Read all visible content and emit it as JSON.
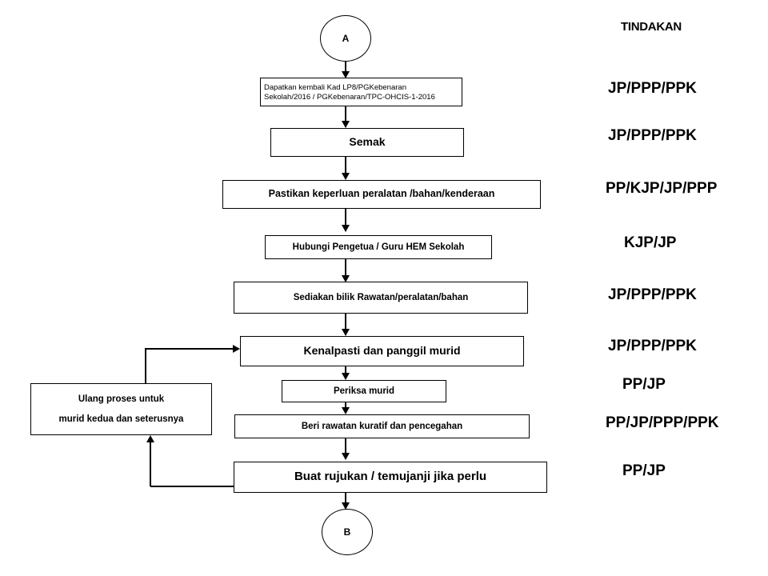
{
  "columns": {
    "action_header": "TINDAKAN"
  },
  "nodes": {
    "start": {
      "label": "A"
    },
    "end": {
      "label": "B"
    },
    "step1": {
      "line1": "Dapatkan kembali Kad LP8/PGKebenaran",
      "line2": "Sekolah/2016 / PGKebenaran/TPC-OHCIS-1-2016"
    },
    "step2": {
      "label": "Semak"
    },
    "step3": {
      "label": "Pastikan keperluan peralatan /bahan/kenderaan"
    },
    "step4": {
      "label": "Hubungi Pengetua / Guru HEM Sekolah"
    },
    "step5": {
      "label": "Sediakan bilik Rawatan/peralatan/bahan"
    },
    "step6": {
      "label": "Kenalpasti dan panggil murid"
    },
    "step7": {
      "label": "Periksa murid"
    },
    "step8": {
      "label": "Beri rawatan kuratif  dan pencegahan"
    },
    "step9": {
      "label": "Buat  rujukan /  temujanji jika perlu"
    },
    "loop": {
      "line1": "Ulang proses untuk",
      "line2": "murid kedua dan  seterusnya"
    }
  },
  "actions": [
    {
      "id": "action-step1",
      "label": "JP/PPP/PPK"
    },
    {
      "id": "action-step2",
      "label": "JP/PPP/PPK"
    },
    {
      "id": "action-step3",
      "label": "PP/KJP/JP/PPP"
    },
    {
      "id": "action-step4",
      "label": "KJP/JP"
    },
    {
      "id": "action-step5",
      "label": "JP/PPP/PPK"
    },
    {
      "id": "action-step6",
      "label": "JP/PPP/PPK"
    },
    {
      "id": "action-step7",
      "label": "PP/JP"
    },
    {
      "id": "action-step8",
      "label": "PP/JP/PPP/PPK"
    },
    {
      "id": "action-step9",
      "label": "PP/JP"
    }
  ],
  "colors": {
    "stroke": "#000000",
    "background": "#ffffff",
    "text": "#000000"
  }
}
